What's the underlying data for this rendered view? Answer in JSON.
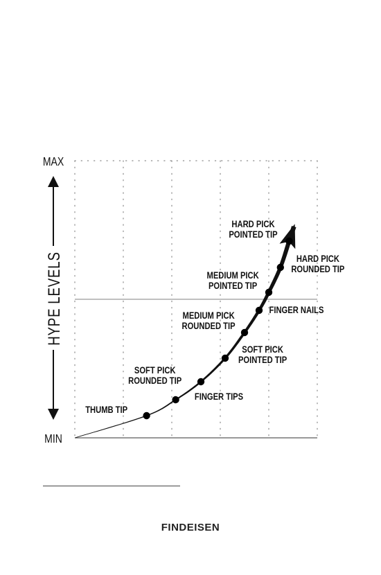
{
  "chart_data": {
    "type": "line",
    "y_max_label": "MAX",
    "y_min_label": "MIN",
    "ylabel": "HYPE LEVELS",
    "ylim": [
      0,
      4
    ],
    "xlim": [
      0,
      5
    ],
    "grid": true,
    "series": [
      {
        "points": [
          {
            "x": 1.48,
            "y": 0.32,
            "label": [
              "THUMB TIP"
            ],
            "label_side": "left"
          },
          {
            "x": 2.08,
            "y": 0.55,
            "label": [
              "SOFT PICK",
              "ROUNDED TIP"
            ],
            "label_side": "above-left"
          },
          {
            "x": 2.6,
            "y": 0.81,
            "label": [
              "FINGER TIPS"
            ],
            "label_side": "below-right"
          },
          {
            "x": 3.1,
            "y": 1.15,
            "label": [
              "SOFT PICK",
              "POINTED TIP"
            ],
            "label_side": "right"
          },
          {
            "x": 3.5,
            "y": 1.52,
            "label": [
              "MEDIUM PICK",
              "ROUNDED TIP"
            ],
            "label_side": "left"
          },
          {
            "x": 3.8,
            "y": 1.84,
            "label": [
              "FINGER NAILS"
            ],
            "label_side": "right"
          },
          {
            "x": 4.0,
            "y": 2.1,
            "label": [
              "MEDIUM PICK",
              "POINTED TIP"
            ],
            "label_side": "left"
          },
          {
            "x": 4.24,
            "y": 2.46,
            "label": [
              "HARD PICK",
              "ROUNDED TIP"
            ],
            "label_side": "right"
          },
          {
            "x": 4.42,
            "y": 2.84,
            "label": [
              "HARD PICK",
              "POINTED TIP"
            ],
            "label_side": "left"
          }
        ]
      }
    ]
  },
  "footer": {
    "brand": "FINDEISEN"
  }
}
